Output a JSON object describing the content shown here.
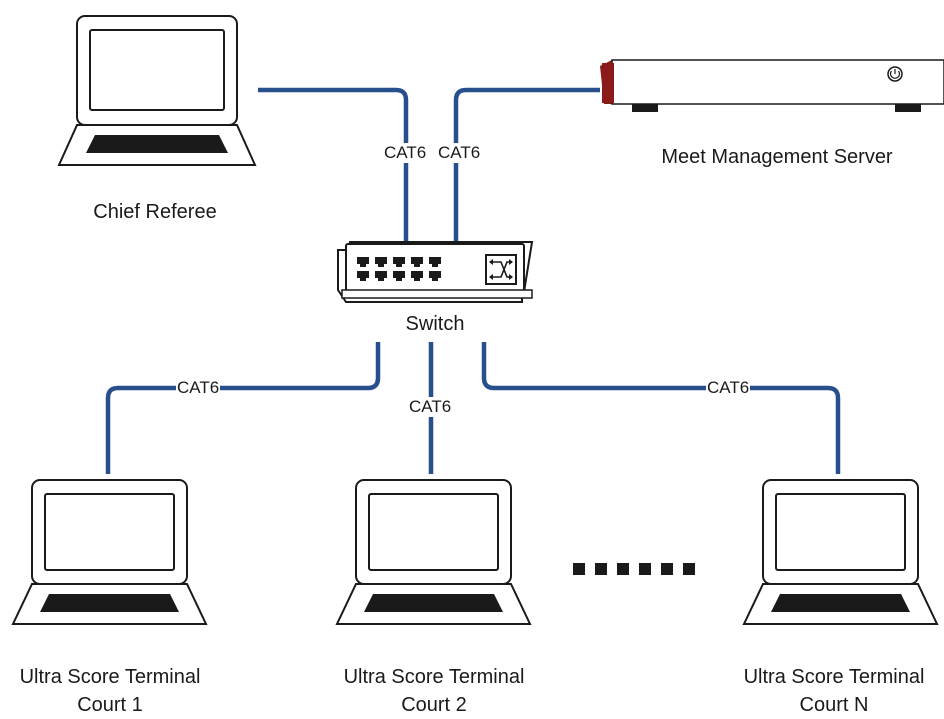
{
  "devices": {
    "chief_referee": "Chief Referee",
    "server": "Meet Management Server",
    "switch": "Switch",
    "terminal_1": {
      "line1": "Ultra Score Terminal",
      "line2": "Court 1"
    },
    "terminal_2": {
      "line1": "Ultra Score Terminal",
      "line2": "Court 2"
    },
    "terminal_n": {
      "line1": "Ultra Score Terminal",
      "line2": "Court N"
    }
  },
  "cables": {
    "referee_link": "CAT6",
    "server_link": "CAT6",
    "court1_link": "CAT6",
    "court2_link": "CAT6",
    "courtn_link": "CAT6"
  },
  "colors": {
    "cable": "#264f8c",
    "server_accent": "#8b1a1a",
    "outline": "#1a1a1a"
  }
}
